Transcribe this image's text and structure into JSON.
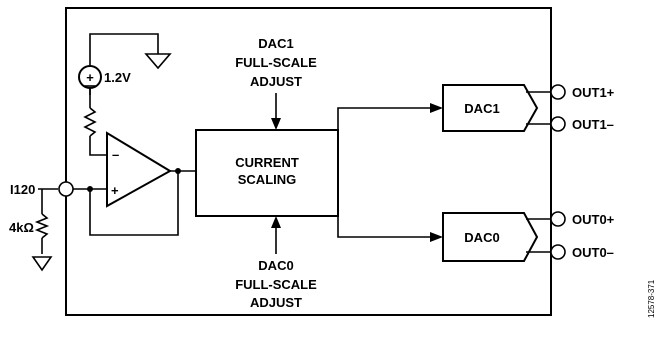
{
  "supply": {
    "voltage": "1.2V",
    "plus_sign": "+"
  },
  "opamp": {
    "minus_sign": "–",
    "plus_sign": "+"
  },
  "dac1_adjust": {
    "line1": "DAC1",
    "line2": "FULL-SCALE",
    "line3": "ADJUST"
  },
  "dac0_adjust": {
    "line1": "DAC0",
    "line2": "FULL-SCALE",
    "line3": "ADJUST"
  },
  "current_scaling": {
    "line1": "CURRENT",
    "line2": "SCALING"
  },
  "dac1": {
    "label": "DAC1"
  },
  "dac0": {
    "label": "DAC0"
  },
  "pins": {
    "out1_plus": "OUT1+",
    "out1_minus": "OUT1–",
    "out0_plus": "OUT0+",
    "out0_minus": "OUT0–",
    "i120": "I120"
  },
  "resistor": {
    "value": "4kΩ"
  },
  "figure_id": "12578-371"
}
